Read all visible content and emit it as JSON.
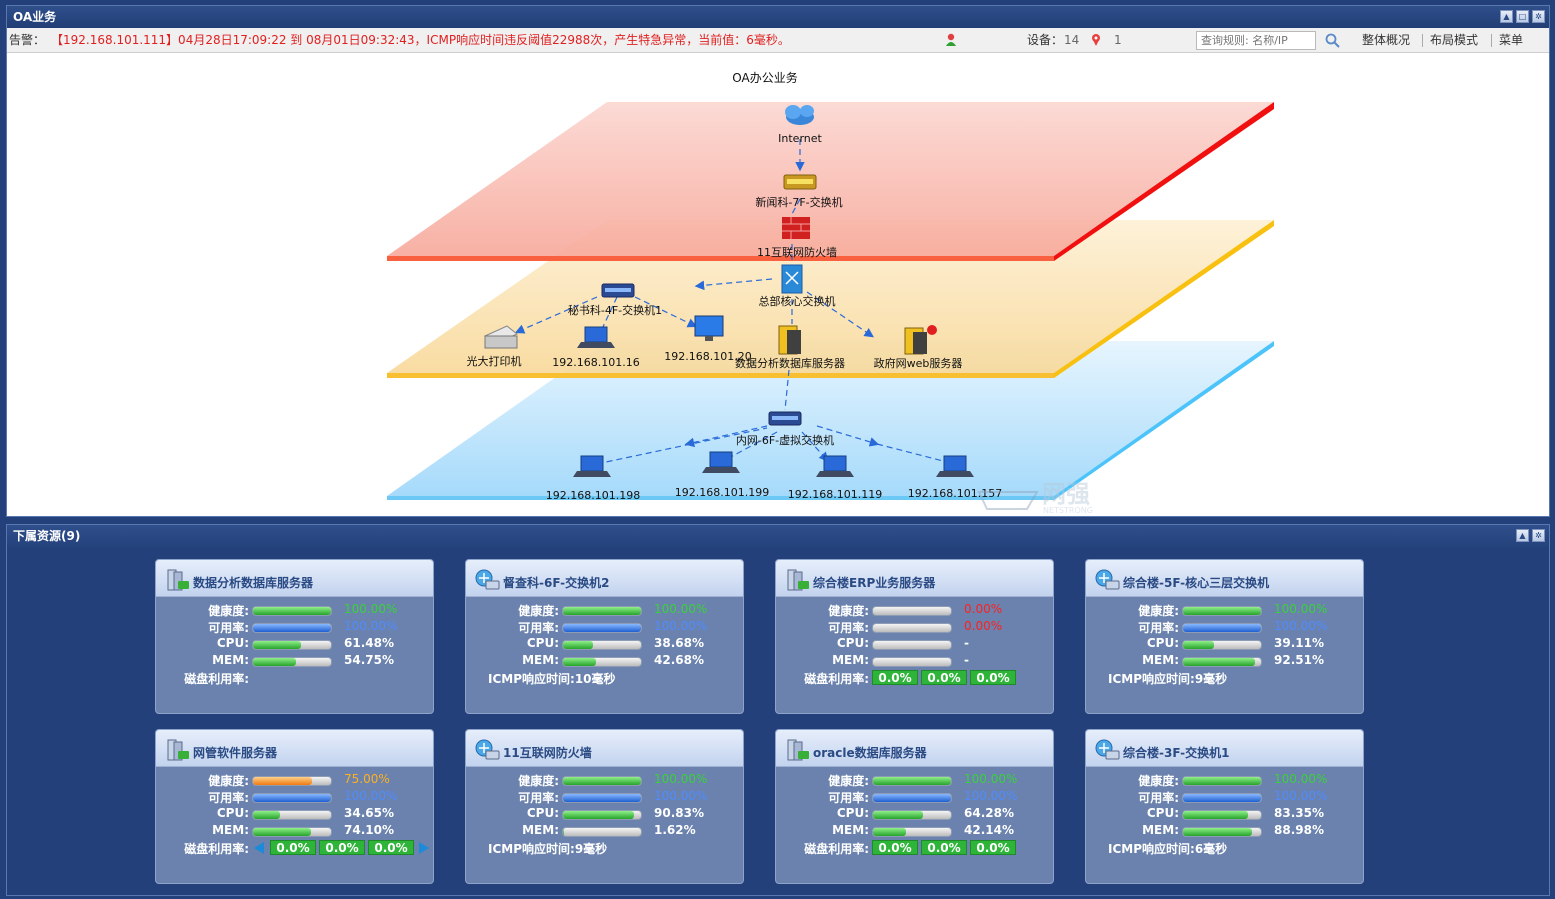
{
  "top_panel": {
    "title": "OA业务"
  },
  "toolbar": {
    "alarm_label": "告警：",
    "alarm_text": "【192.168.101.111】04月28日17:09:22 到 08月01日09:32:43，ICMP响应时间违反阈值22988次，产生特急异常，当前值：6毫秒。",
    "device_label": "设备：",
    "device_count": "14",
    "alert_count": "1",
    "search_placeholder": "查询规则: 名称/IP",
    "overview": "整体概况",
    "layout_mode": "布局模式",
    "menu": "菜单"
  },
  "topology": {
    "title": "OA办公业务",
    "watermark_main": "网强",
    "watermark_sub": "NETSTRONG",
    "nodes": {
      "internet": "Internet",
      "switch_7f": "新闻科-7F-交换机",
      "firewall": "11互联网防火墙",
      "core_switch": "总部核心交换机",
      "secretary_switch": "秘书科-4F-交换机1",
      "printer": "光大打印机",
      "pc_16": "192.168.101.16",
      "pc_20": "192.168.101.20",
      "db_server": "数据分析数据库服务器",
      "web_server": "政府网web服务器",
      "virtual_switch": "内网-6F-虚拟交换机",
      "pc_198": "192.168.101.198",
      "pc_199": "192.168.101.199",
      "pc_119": "192.168.101.119",
      "pc_157": "192.168.101.157"
    },
    "colors": {
      "layer1": "#f86060",
      "layer2": "#f8c030",
      "layer3": "#60c8f8"
    }
  },
  "bottom_panel": {
    "title": "下属资源(9)"
  },
  "labels": {
    "health": "健康度:",
    "availability": "可用率:",
    "cpu": "CPU:",
    "mem": "MEM:",
    "disk": "磁盘利用率:",
    "icmp": "ICMP响应时间:"
  },
  "cards": [
    {
      "name": "数据分析数据库服务器",
      "type": "server",
      "health": 100.0,
      "health_text": "100.00%",
      "avail": 100.0,
      "avail_text": "100.00%",
      "cpu": 61.48,
      "cpu_text": "61.48%",
      "mem": 54.75,
      "mem_text": "54.75%",
      "extra": "disk-empty"
    },
    {
      "name": "督查科-6F-交换机2",
      "type": "switch",
      "health": 100.0,
      "health_text": "100.00%",
      "avail": 100.0,
      "avail_text": "100.00%",
      "cpu": 38.68,
      "cpu_text": "38.68%",
      "mem": 42.68,
      "mem_text": "42.68%",
      "extra": "icmp",
      "icmp_text": "10毫秒"
    },
    {
      "name": "综合楼ERP业务服务器",
      "type": "server",
      "health": 0,
      "health_text": "0.00%",
      "avail": 0,
      "avail_text": "0.00%",
      "cpu": 0,
      "cpu_text": "-",
      "mem": 0,
      "mem_text": "-",
      "extra": "disk",
      "disks": [
        "0.0%",
        "0.0%",
        "0.0%"
      ]
    },
    {
      "name": "综合楼-5F-核心三层交换机",
      "type": "switch",
      "health": 100.0,
      "health_text": "100.00%",
      "avail": 100.0,
      "avail_text": "100.00%",
      "cpu": 39.11,
      "cpu_text": "39.11%",
      "mem": 92.51,
      "mem_text": "92.51%",
      "extra": "icmp",
      "icmp_text": "9毫秒"
    },
    {
      "name": "网管软件服务器",
      "type": "server",
      "health": 75.0,
      "health_text": "75.00%",
      "avail": 100.0,
      "avail_text": "100.00%",
      "cpu": 34.65,
      "cpu_text": "34.65%",
      "mem": 74.1,
      "mem_text": "74.10%",
      "extra": "disk-arrows",
      "disks": [
        "0.0%",
        "0.0%",
        "0.0%"
      ]
    },
    {
      "name": "11互联网防火墙",
      "type": "switch",
      "health": 100.0,
      "health_text": "100.00%",
      "avail": 100.0,
      "avail_text": "100.00%",
      "cpu": 90.83,
      "cpu_text": "90.83%",
      "mem": 1.62,
      "mem_text": "1.62%",
      "extra": "icmp",
      "icmp_text": "9毫秒"
    },
    {
      "name": "oracle数据库服务器",
      "type": "server",
      "health": 100.0,
      "health_text": "100.00%",
      "avail": 100.0,
      "avail_text": "100.00%",
      "cpu": 64.28,
      "cpu_text": "64.28%",
      "mem": 42.14,
      "mem_text": "42.14%",
      "extra": "disk",
      "disks": [
        "0.0%",
        "0.0%",
        "0.0%"
      ]
    },
    {
      "name": "综合楼-3F-交换机1",
      "type": "switch",
      "health": 100.0,
      "health_text": "100.00%",
      "avail": 100.0,
      "avail_text": "100.00%",
      "cpu": 83.35,
      "cpu_text": "83.35%",
      "mem": 88.98,
      "mem_text": "88.98%",
      "extra": "icmp",
      "icmp_text": "6毫秒"
    }
  ]
}
